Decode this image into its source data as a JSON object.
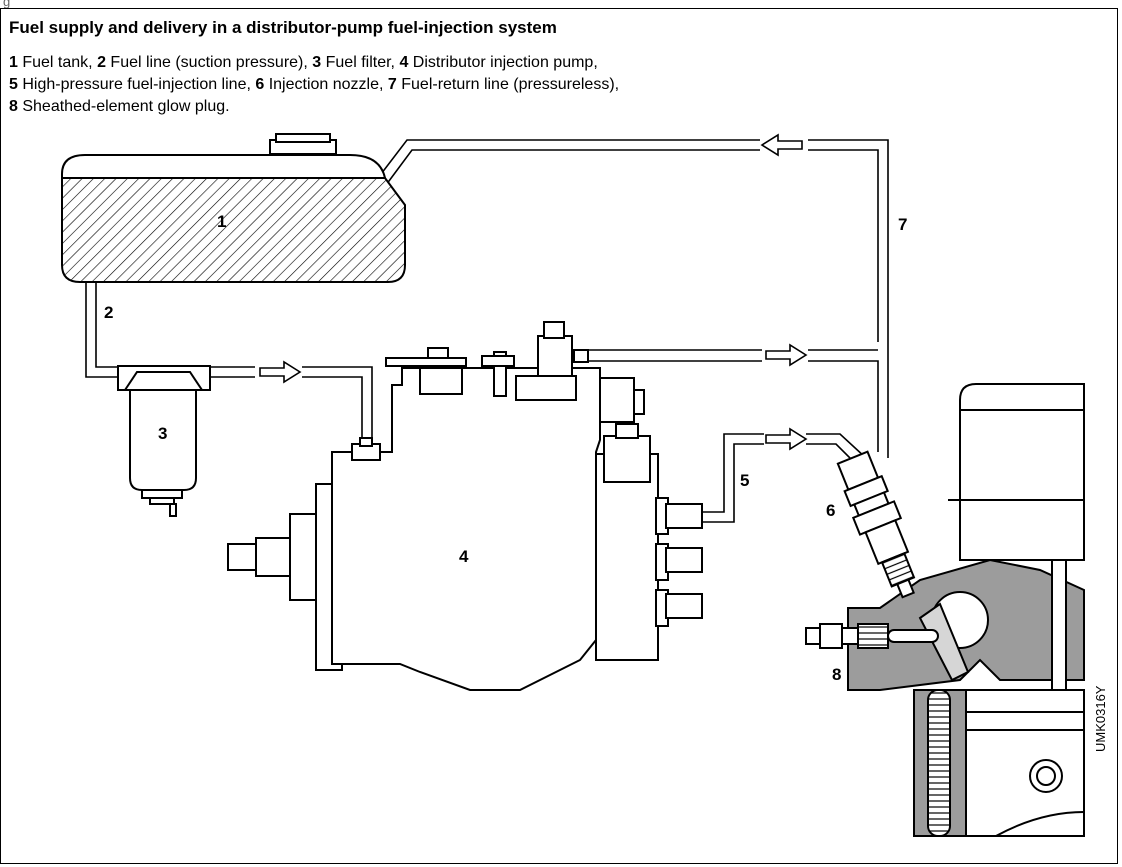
{
  "figure_label": "g",
  "title": "Fuel supply and delivery in a distributor-pump fuel-injection system",
  "caption": [
    [
      {
        "n": "1",
        "t": " Fuel tank, "
      },
      {
        "n": "2",
        "t": " Fuel line (suction pressure), "
      },
      {
        "n": "3",
        "t": " Fuel filter, "
      },
      {
        "n": "4",
        "t": " Distributor injection pump,"
      }
    ],
    [
      {
        "n": "5",
        "t": " High-pressure fuel-injection line, "
      },
      {
        "n": "6",
        "t": " Injection nozzle, "
      },
      {
        "n": "7",
        "t": " Fuel-return line (pressureless),"
      }
    ],
    [
      {
        "n": "8",
        "t": " Sheathed-element glow plug."
      }
    ]
  ],
  "callouts": {
    "fuel_tank": "1",
    "fuel_line": "2",
    "fuel_filter": "3",
    "injection_pump": "4",
    "hp_line": "5",
    "nozzle": "6",
    "return_line": "7",
    "glow_plug": "8"
  },
  "figure_code": "UMK0316Y"
}
